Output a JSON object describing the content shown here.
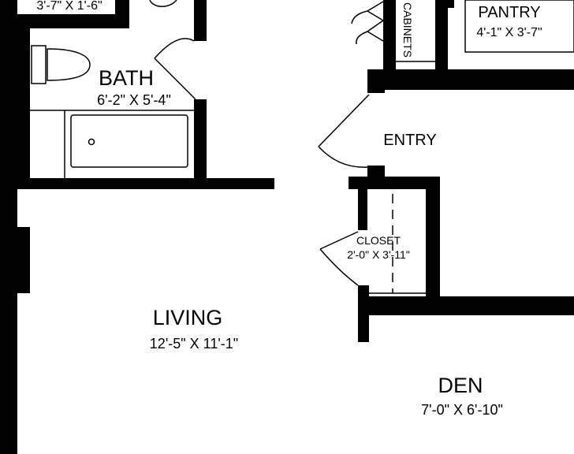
{
  "rooms": {
    "top_left_dim": "3'-7\" X 1'-6\"",
    "bath": {
      "name": "BATH",
      "dims": "6'-2\" X 5'-4\""
    },
    "cabinets": "CABINETS",
    "pantry": {
      "name": "PANTRY",
      "dims": "4'-1\" X 3'-7\""
    },
    "entry": {
      "name": "ENTRY"
    },
    "closet": {
      "name": "CLOSET",
      "dims": "2'-0\" X 3'-11\""
    },
    "living": {
      "name": "LIVING",
      "dims": "12'-5\" X 11'-1\""
    },
    "den": {
      "name": "DEN",
      "dims": "7'-0\" X 6'-10\""
    }
  }
}
